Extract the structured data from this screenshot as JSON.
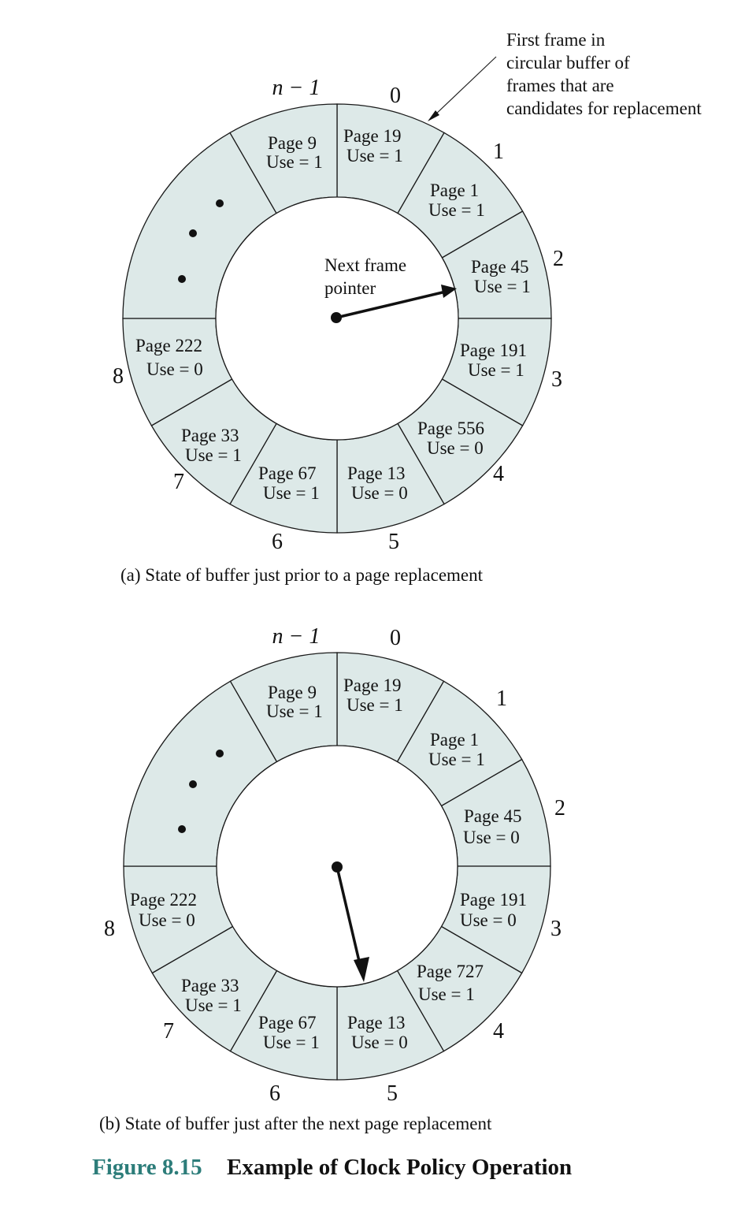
{
  "annotation": {
    "lines": [
      "First frame in",
      "circular buffer of",
      "frames that are",
      "candidates for replacement"
    ]
  },
  "diagram_a": {
    "pointer_label": [
      "Next frame",
      "pointer"
    ],
    "caption": "(a) State of buffer just prior to a page replacement",
    "frames": [
      {
        "index": "0",
        "page": "Page 19",
        "use": "Use = 1"
      },
      {
        "index": "1",
        "page": "Page 1",
        "use": "Use = 1"
      },
      {
        "index": "2",
        "page": "Page 45",
        "use": "Use = 1"
      },
      {
        "index": "3",
        "page": "Page 191",
        "use": "Use = 1"
      },
      {
        "index": "4",
        "page": "Page 556",
        "use": "Use = 0"
      },
      {
        "index": "5",
        "page": "Page 13",
        "use": "Use = 0"
      },
      {
        "index": "6",
        "page": "Page 67",
        "use": "Use = 1"
      },
      {
        "index": "7",
        "page": "Page 33",
        "use": "Use = 1"
      },
      {
        "index": "8",
        "page": "Page 222",
        "use": "Use = 0"
      },
      {
        "index": "n − 1",
        "page": "Page 9",
        "use": "Use = 1"
      }
    ]
  },
  "diagram_b": {
    "caption": "(b) State of buffer just after the next page replacement",
    "frames": [
      {
        "index": "0",
        "page": "Page 19",
        "use": "Use = 1"
      },
      {
        "index": "1",
        "page": "Page 1",
        "use": "Use = 1"
      },
      {
        "index": "2",
        "page": "Page 45",
        "use": "Use = 0"
      },
      {
        "index": "3",
        "page": "Page 191",
        "use": "Use = 0"
      },
      {
        "index": "4",
        "page": "Page 727",
        "use": "Use = 1"
      },
      {
        "index": "5",
        "page": "Page 13",
        "use": "Use = 0"
      },
      {
        "index": "6",
        "page": "Page 67",
        "use": "Use = 1"
      },
      {
        "index": "7",
        "page": "Page 33",
        "use": "Use = 1"
      },
      {
        "index": "8",
        "page": "Page 222",
        "use": "Use = 0"
      },
      {
        "index": "n − 1",
        "page": "Page 9",
        "use": "Use = 1"
      }
    ]
  },
  "figure": {
    "number": "Figure 8.15",
    "title": "Example of Clock Policy Operation"
  }
}
